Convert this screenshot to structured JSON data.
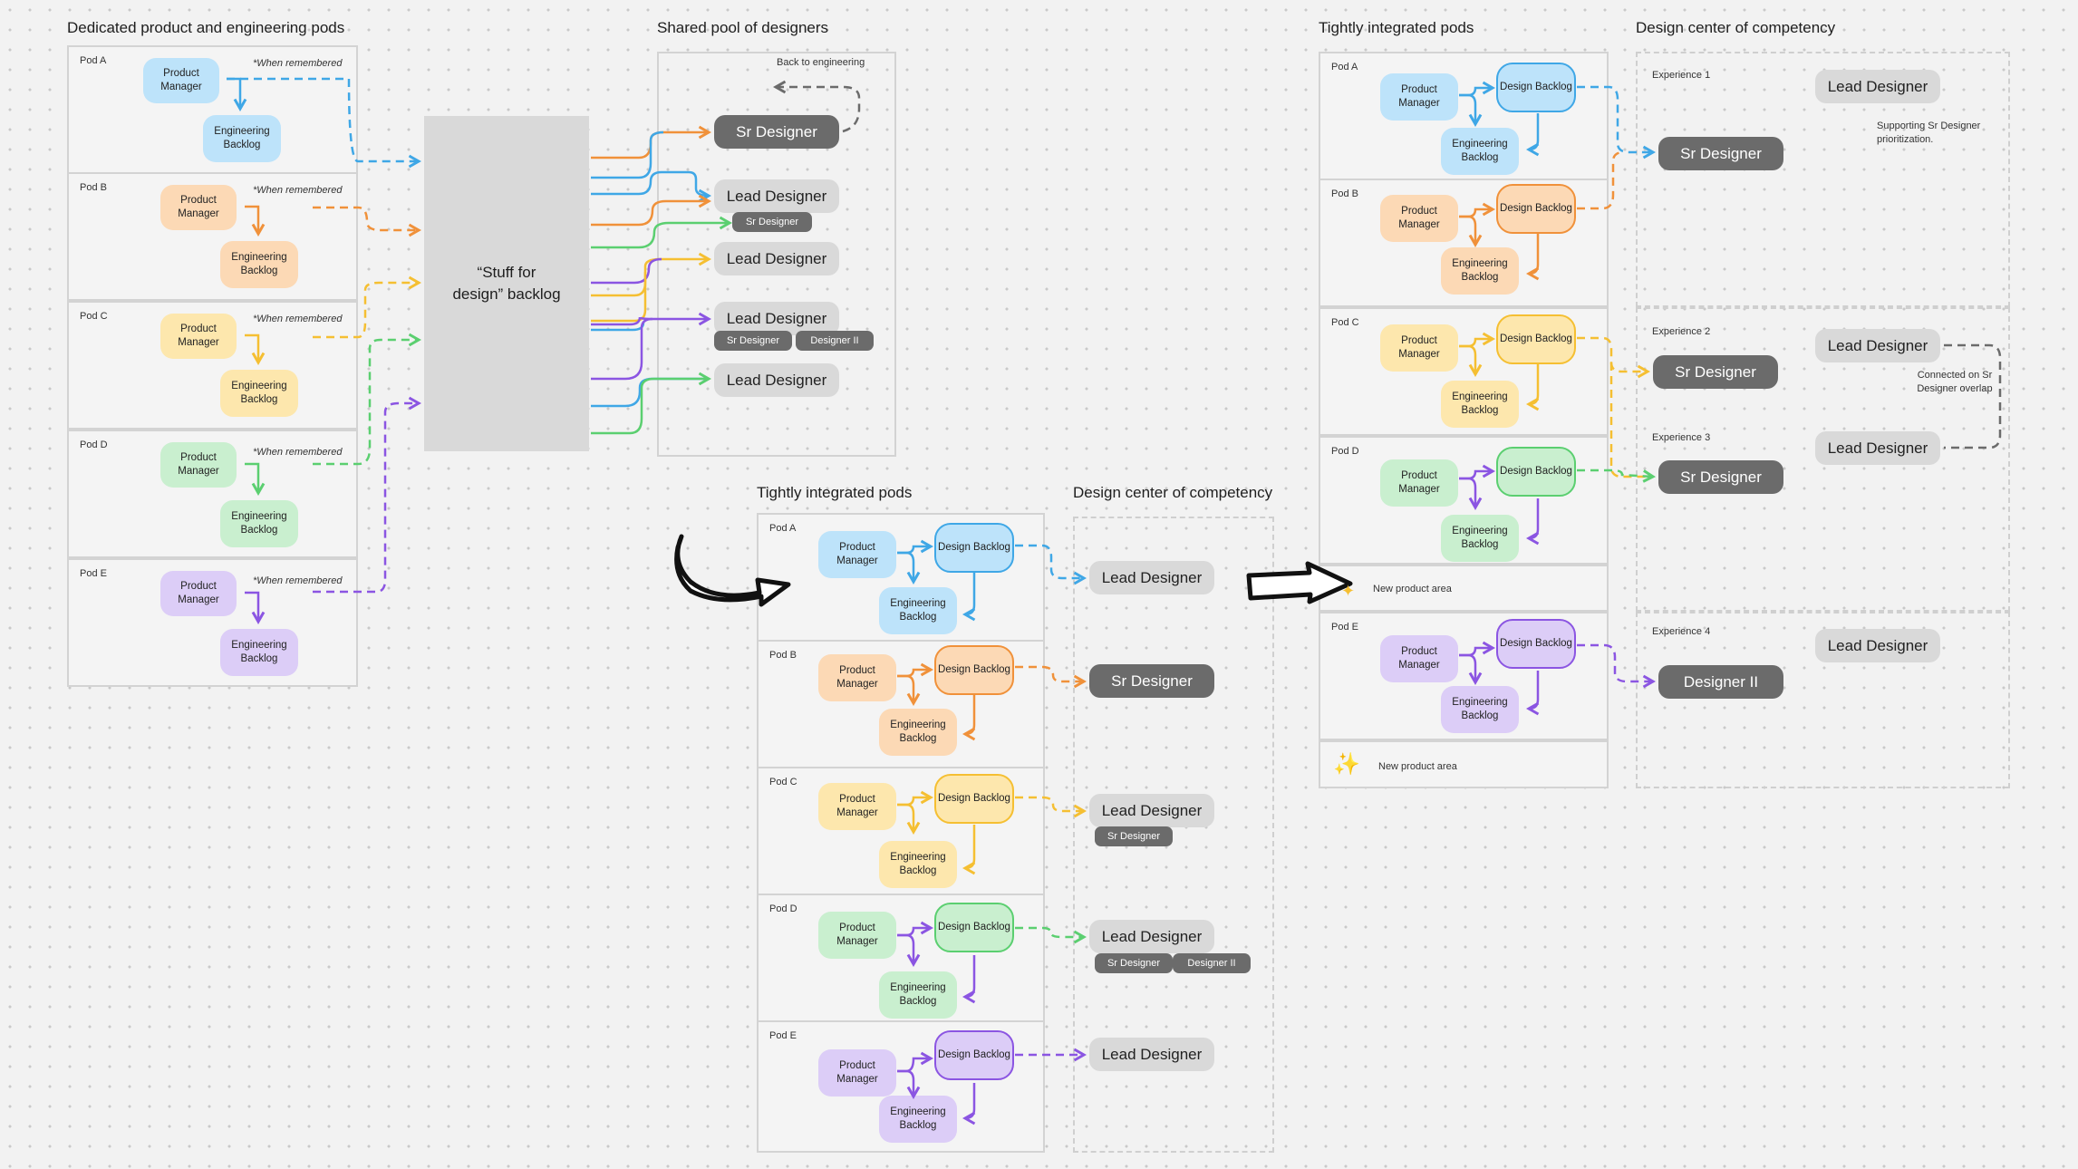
{
  "titles": {
    "dedicated": "Dedicated product and engineering pods",
    "shared": "Shared pool of designers",
    "tight_mid": "Tightly integrated pods",
    "center_mid": "Design center of competency",
    "tight_right": "Tightly integrated pods",
    "center_right": "Design center of competency"
  },
  "labels": {
    "pm": "Product Manager",
    "eb": "Engineering Backlog",
    "db": "Design Backlog",
    "when": "*When remembered",
    "backlog": "“Stuff for design” backlog",
    "back_to_eng": "Back to engineering",
    "sr": "Sr Designer",
    "lead": "Lead Designer",
    "d2": "Designer II",
    "new_area": "New product area",
    "supporting": "Supporting Sr Designer prioritization.",
    "connected": "Connected on Sr Designer overlap",
    "sparkle": "✨"
  },
  "pods": [
    "Pod A",
    "Pod B",
    "Pod C",
    "Pod D",
    "Pod E"
  ],
  "experiences": [
    "Experience 1",
    "Experience 2",
    "Experience 3",
    "Experience 4"
  ],
  "colors": {
    "blue": "#3fa7e6",
    "orange": "#f0913a",
    "yellow": "#f5bf32",
    "green": "#5bcf70",
    "purple": "#8b55e2",
    "gray": "#6b6b6b"
  }
}
